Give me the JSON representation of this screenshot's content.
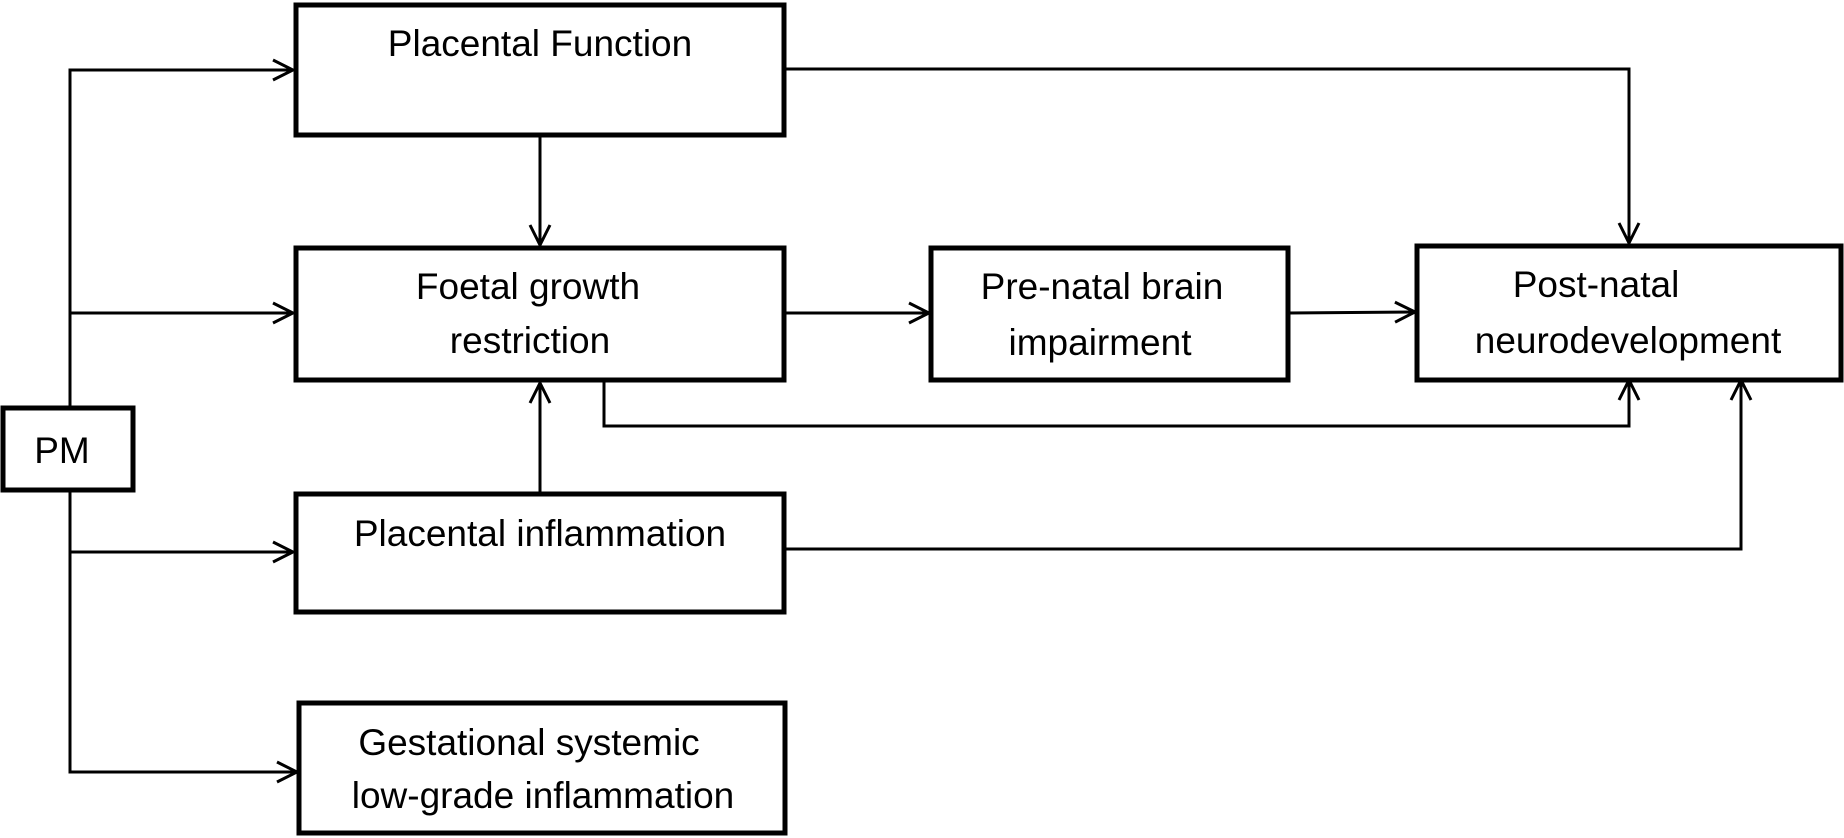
{
  "nodes": {
    "pm": {
      "label": [
        "PM"
      ]
    },
    "placental_function": {
      "label": [
        "Placental Function"
      ]
    },
    "foetal_growth": {
      "label": [
        "Foetal growth",
        "restriction"
      ]
    },
    "prenatal_brain": {
      "label": [
        "Pre-natal brain",
        "impairment"
      ]
    },
    "postnatal": {
      "label": [
        "Post-natal",
        "neurodevelopment"
      ]
    },
    "placental_inflammation": {
      "label": [
        "Placental inflammation"
      ]
    },
    "gestational": {
      "label": [
        "Gestational systemic",
        "low-grade inflammation"
      ]
    }
  },
  "edges": [
    {
      "from": "pm",
      "to": "placental_function"
    },
    {
      "from": "pm",
      "to": "foetal_growth"
    },
    {
      "from": "pm",
      "to": "placental_inflammation"
    },
    {
      "from": "pm",
      "to": "gestational"
    },
    {
      "from": "placental_function",
      "to": "foetal_growth"
    },
    {
      "from": "placental_function",
      "to": "postnatal"
    },
    {
      "from": "foetal_growth",
      "to": "prenatal_brain"
    },
    {
      "from": "foetal_growth",
      "to": "postnatal"
    },
    {
      "from": "prenatal_brain",
      "to": "postnatal"
    },
    {
      "from": "placental_inflammation",
      "to": "foetal_growth"
    },
    {
      "from": "placental_inflammation",
      "to": "postnatal"
    }
  ],
  "colors": {
    "stroke": "#000000",
    "background": "#ffffff"
  }
}
